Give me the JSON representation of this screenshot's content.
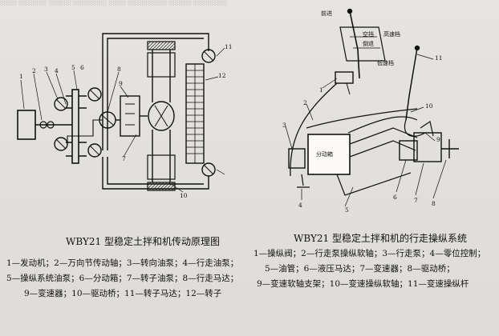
{
  "left_diagram": {
    "title": "WBY21 型稳定土拌和机传动原理图",
    "numbers": [
      "1",
      "2",
      "3",
      "4",
      "5",
      "6",
      "7",
      "8",
      "9",
      "10",
      "11",
      "12"
    ],
    "legend": [
      "1—发动机；2—万向节传动轴；3—转向油泵；4—行走油泵；",
      "5—操纵系统油泵；6—分动箱；7—转子油泵；8—行走马达；",
      "9—变速器；10—驱动桥；11—转子马达；12—转子"
    ]
  },
  "right_diagram": {
    "title": "WBY21 型稳定土拌和机的行走操纵系统",
    "labels": {
      "forward": "前进",
      "neutral": "空挡",
      "reverse": "倒退",
      "high_speed": "高速档",
      "low_speed": "低速档",
      "transfer_box": "分动箱"
    },
    "numbers": [
      "1",
      "2",
      "3",
      "4",
      "5",
      "6",
      "7",
      "8",
      "9",
      "10",
      "11"
    ],
    "legend": [
      "1—操纵阀；2—行走泵操纵软轴；3—行走泵；4—零位控制；",
      "5—油管；6—液压马达；7—变速器；8—驱动桥；",
      "9—变速软轴支架；10—变速操纵软轴；11—变速操纵杆"
    ]
  }
}
